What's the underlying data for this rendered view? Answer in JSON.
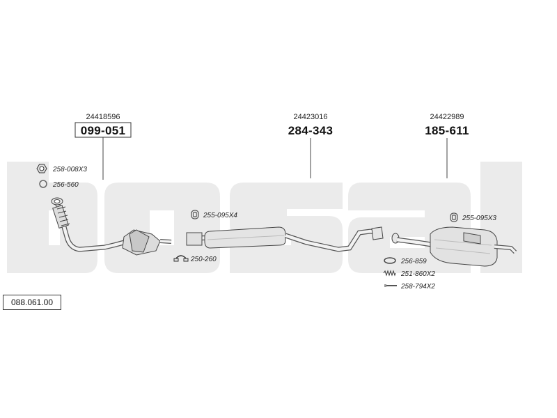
{
  "diagram": {
    "reference_number": "088.061.00",
    "watermark": {
      "text": "bosal",
      "color": "#ebebeb"
    },
    "parts": [
      {
        "oem": "24418596",
        "part_no": "099-051",
        "boxed": true
      },
      {
        "oem": "24423016",
        "part_no": "284-343",
        "boxed": false
      },
      {
        "oem": "24422989",
        "part_no": "185-611",
        "boxed": false
      }
    ],
    "accessories": [
      {
        "code": "258-008X3",
        "icon": "hex-nut-icon"
      },
      {
        "code": "256-560",
        "icon": "gasket-ring-icon"
      },
      {
        "code": "255-095X4",
        "icon": "rubber-mount-icon"
      },
      {
        "code": "250-260",
        "icon": "clamp-icon"
      },
      {
        "code": "255-095X3",
        "icon": "rubber-mount-icon"
      },
      {
        "code": "256-859",
        "icon": "gasket-ring-icon"
      },
      {
        "code": "251-860X2",
        "icon": "spring-icon"
      },
      {
        "code": "258-794X2",
        "icon": "bolt-icon"
      }
    ]
  }
}
